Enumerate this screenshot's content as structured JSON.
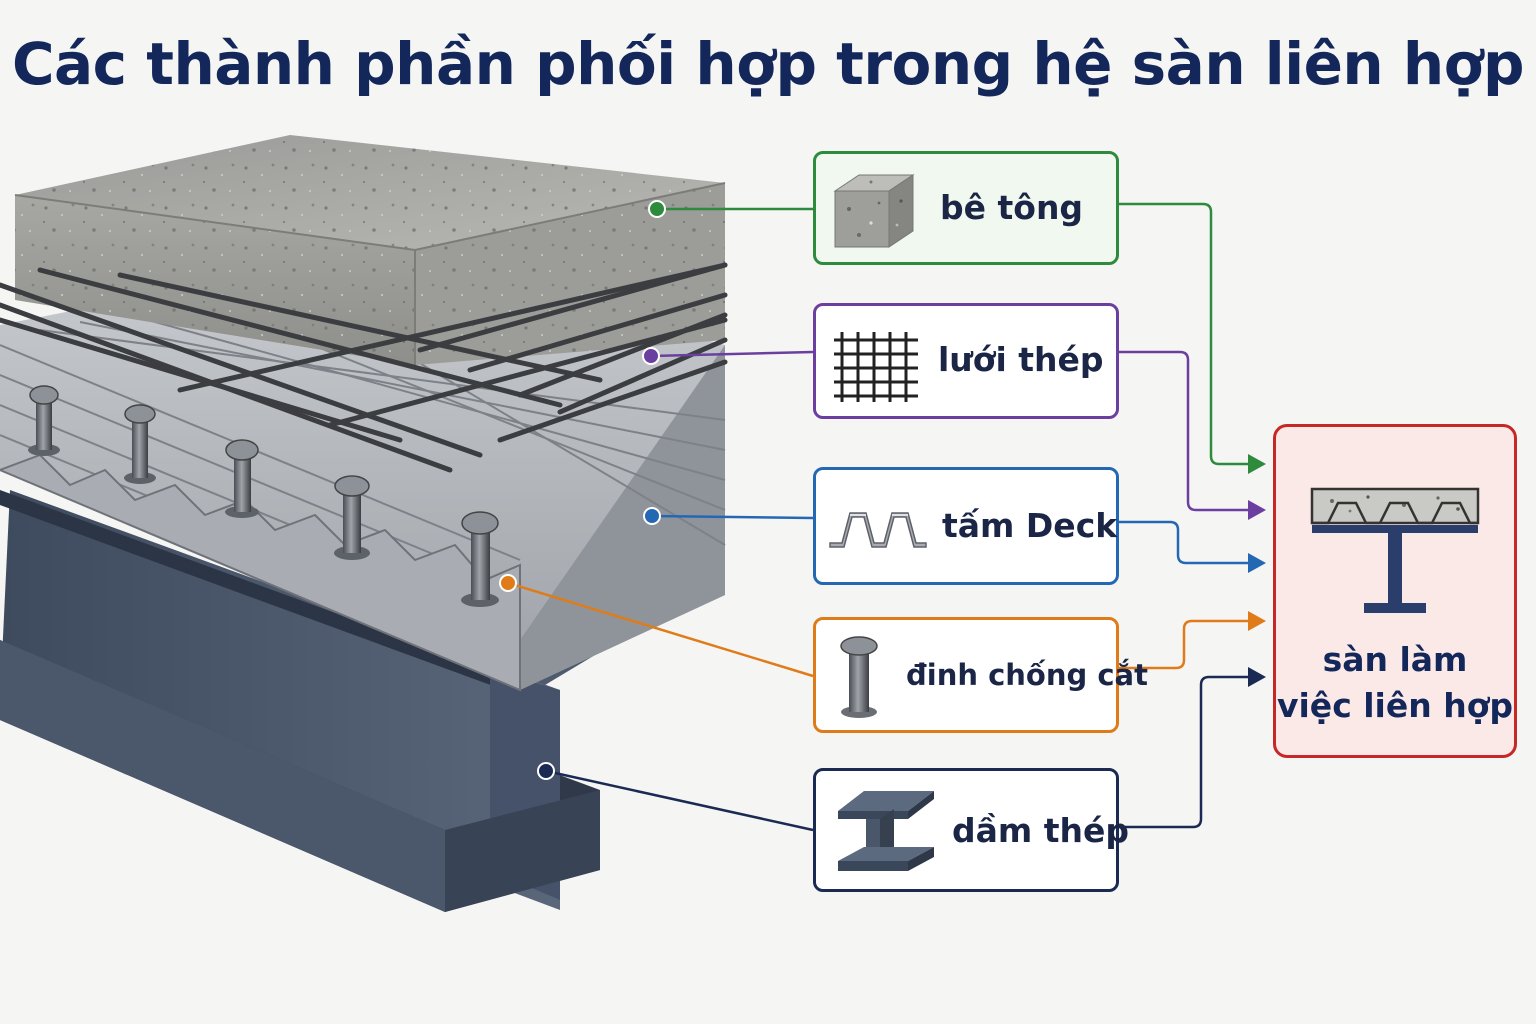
{
  "title": "Các thành phần phối hợp trong hệ sàn liên hợp",
  "components": [
    {
      "key": "concrete",
      "label": "bê tông",
      "color": "#2e8b3e",
      "icon": "concrete-block-icon"
    },
    {
      "key": "mesh",
      "label": "lưới thép",
      "color": "#6b3fa0",
      "icon": "steel-mesh-icon"
    },
    {
      "key": "deck",
      "label": "tấm Deck",
      "color": "#2468b4",
      "icon": "deck-sheet-icon"
    },
    {
      "key": "stud",
      "label": "đinh chống cắt",
      "color": "#e07b1a",
      "icon": "shear-stud-icon"
    },
    {
      "key": "beam",
      "label": "dầm thép",
      "color": "#1b2a52",
      "icon": "steel-beam-icon"
    }
  ],
  "result": {
    "label": "sàn làm\nviệc liên hợp",
    "color": "#c62828",
    "icon": "composite-floor-icon"
  }
}
